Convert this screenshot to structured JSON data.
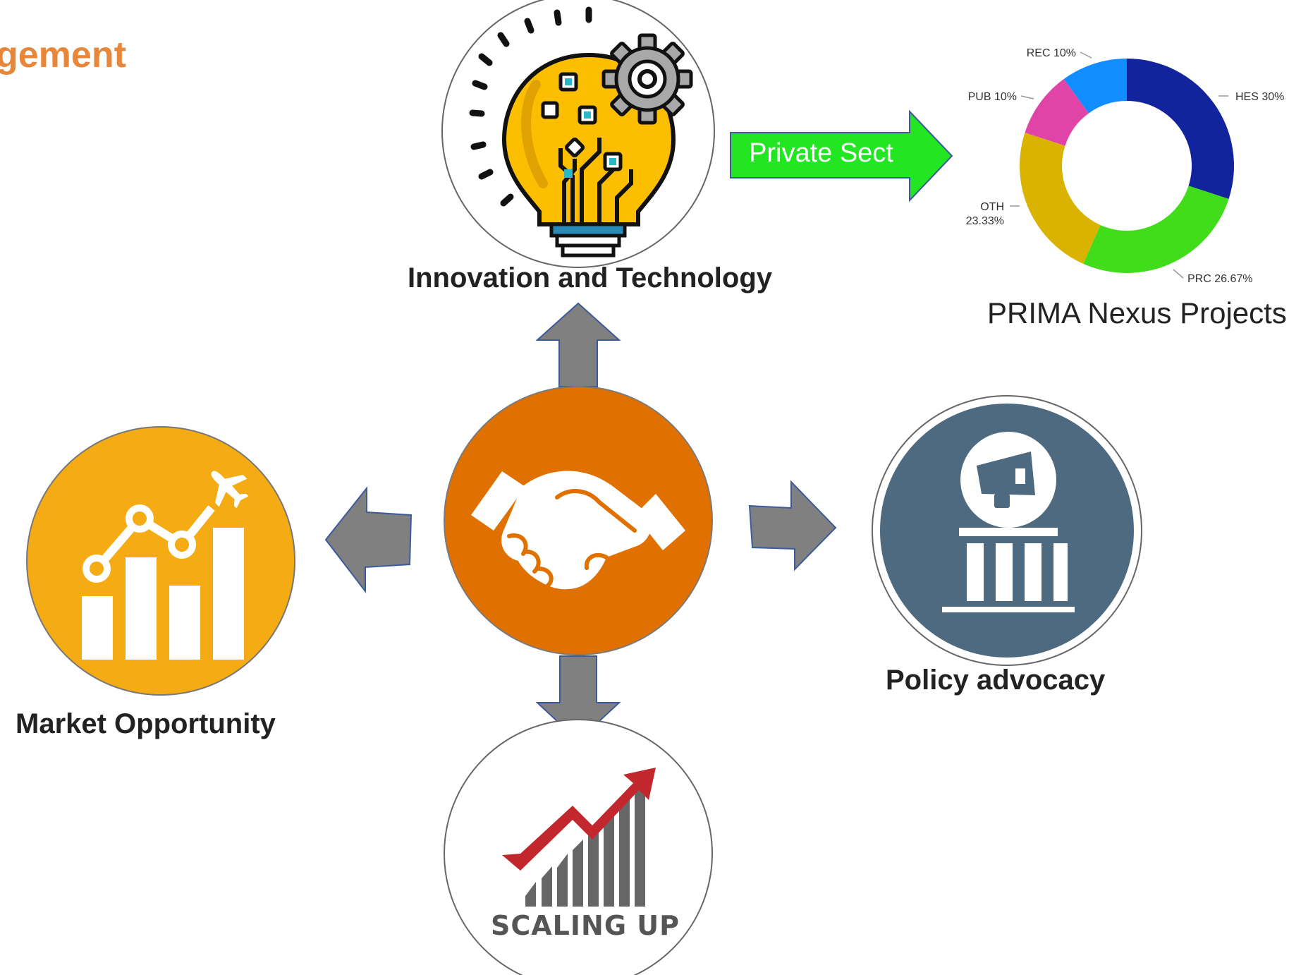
{
  "heading_fragment": "gement",
  "nodes": {
    "center": {
      "icon": "handshake-icon",
      "color": "#e07000"
    },
    "top": {
      "label": "Innovation and Technology",
      "icon": "lightbulb-gear-icon"
    },
    "left": {
      "label": "Market Opportunity",
      "icon": "growth-chart-plane-icon",
      "color": "#f5ac14"
    },
    "right": {
      "label": "Policy advocacy",
      "icon": "megaphone-institution-icon",
      "color": "#4d6a80"
    },
    "bottom": {
      "label": "SCALING UP",
      "icon": "rising-arrow-bars-icon"
    }
  },
  "private_arrow": {
    "label": "Private Sect",
    "color": "#22e622"
  },
  "donut": {
    "caption": "PRIMA Nexus Projects",
    "chart_data": {
      "type": "pie",
      "categories": [
        "HES",
        "PRC",
        "OTH",
        "PUB",
        "REC"
      ],
      "values": [
        30,
        26.67,
        23.33,
        10,
        10
      ],
      "labels": [
        "HES 30%",
        "PRC 26.67%",
        "OTH",
        "PUB 10%",
        "REC 10%"
      ],
      "label_extra": {
        "OTH": "23.33%"
      },
      "colors": [
        "#12239e",
        "#41dc1a",
        "#d9b300",
        "#e044a7",
        "#118dff"
      ]
    }
  },
  "connector_color": "#808080"
}
